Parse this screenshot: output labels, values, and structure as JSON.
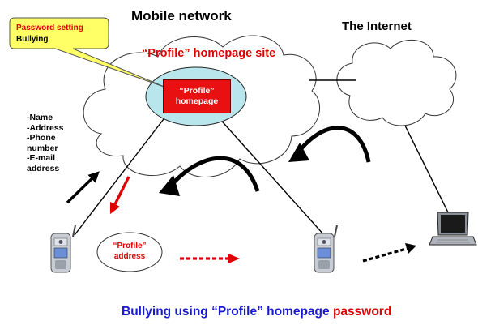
{
  "diagram": {
    "mobile_network_label": "Mobile network",
    "internet_label": "The Internet",
    "site_label": "“Profile” homepage site",
    "callout": {
      "line1": "Password setting",
      "line2": "Bullying"
    },
    "profile_box": {
      "line1": "“Profile”",
      "line2": "homepage"
    },
    "personal_info": [
      "-Name",
      "-Address",
      "-Phone",
      "number",
      "-E-mail",
      "address"
    ],
    "address_bubble": {
      "line1": "“Profile”",
      "line2": "address"
    },
    "caption": {
      "main": "Bullying using “Profile” homepage",
      "emphasis": "password"
    },
    "colors": {
      "red": "#e00000",
      "blue": "#1818d0",
      "cyan_ellipse": "#b8e6ec",
      "callout_yellow": "#ffff66"
    }
  }
}
